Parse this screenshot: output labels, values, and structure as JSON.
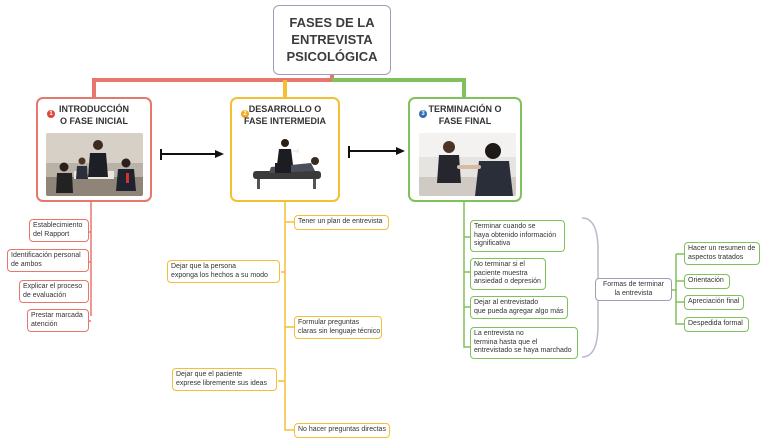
{
  "title": {
    "line1": "FASES DE LA",
    "line2": "ENTREVISTA",
    "line3": "PSICOLÓGICA"
  },
  "colors": {
    "red": "#e7776c",
    "orange": "#f4bf34",
    "green": "#80c15b",
    "gray": "#9aa0b8",
    "number_red": "#e0463a",
    "number_orange": "#f0a81c",
    "number_blue": "#2f6fb6"
  },
  "phases": [
    {
      "number": "1",
      "line1": "INTRODUCCIÓN",
      "line2": "O FASE INICIAL",
      "photo_icon": "office-team-photo"
    },
    {
      "number": "2",
      "line1": "DESARROLLO O",
      "line2": "FASE INTERMEDIA",
      "photo_icon": "therapy-session-photo"
    },
    {
      "number": "3",
      "line1": "TERMINACIÓN O",
      "line2": "FASE FINAL",
      "photo_icon": "handshake-photo"
    }
  ],
  "intro_items": [
    {
      "l1": "Establecimiento",
      "l2": "del Rapport"
    },
    {
      "l1": "Identificación personal",
      "l2": "de ambos"
    },
    {
      "l1": "Explicar el proceso",
      "l2": "de evaluación"
    },
    {
      "l1": "Prestar marcada",
      "l2": "atención"
    }
  ],
  "dev_items": [
    {
      "l1": "Tener un plan de entrevista"
    },
    {
      "l1": "Dejar que la persona",
      "l2": "exponga los hechos a su modo"
    },
    {
      "l1": "Formular preguntas",
      "l2": "claras sin lenguaje técnico"
    },
    {
      "l1": "Dejar que el paciente",
      "l2": "exprese libremente sus ideas"
    },
    {
      "l1": "No hacer preguntas directas"
    }
  ],
  "final_items": [
    {
      "l1": "Terminar cuando se",
      "l2": "haya obtenido información",
      "l3": "significativa"
    },
    {
      "l1": "No terminar si el",
      "l2": "paciente muestra",
      "l3": "ansiedad o depresión"
    },
    {
      "l1": "Dejar al entrevistado",
      "l2": "que pueda agregar algo más"
    },
    {
      "l1": "La entrevista no",
      "l2": "termina hasta que el",
      "l3": "entrevistado se haya marchado"
    }
  ],
  "forms": {
    "l1": "Formas de terminar",
    "l2": "la entrevista"
  },
  "form_items": [
    {
      "l1": "Hacer un resumen de",
      "l2": "aspectos tratados"
    },
    {
      "l1": "Orientación"
    },
    {
      "l1": "Apreciación final"
    },
    {
      "l1": "Despedida formal"
    }
  ]
}
